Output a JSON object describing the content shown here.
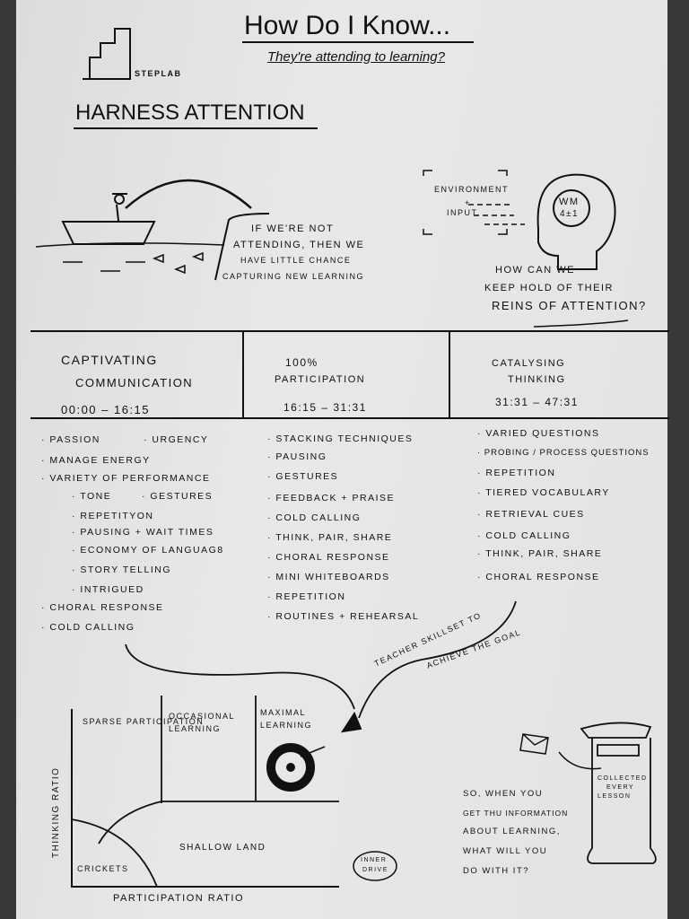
{
  "header": {
    "title": "How Do I Know...",
    "subtitle": "They're attending to learning?",
    "logo": "STEPLAB",
    "section": "Harness Attention"
  },
  "fishing": {
    "caption": [
      "If we're not",
      "attending, then we",
      "have little chance",
      "capturing new learning"
    ]
  },
  "memory": {
    "label1": "Environment",
    "plus": "+",
    "label2": "Input",
    "wm": "WM",
    "wm_value": "4±1",
    "question": [
      "How can we",
      "keep hold of their",
      "reins of attention?"
    ]
  },
  "columns": [
    {
      "title": [
        "Captivating",
        "Communication"
      ],
      "time": "00:00 – 16:15",
      "items": [
        "· Passion",
        "· Urgency",
        "· Manage energy",
        "· Variety of performance",
        "· Tone",
        "· Gestures",
        "· Repetityon",
        "· Pausing + wait times",
        "· Economy of languag8",
        "· Story telling",
        "· Intrigued",
        "· Choral response",
        "· Cold calling"
      ]
    },
    {
      "title": [
        "100%",
        "Participation"
      ],
      "time": "16:15 – 31:31",
      "items": [
        "· Stacking techniques",
        "· Pausing",
        "· Gestures",
        "· Feedback + praise",
        "· Cold calling",
        "· Think, pair, share",
        "· Choral response",
        "· Mini whiteboards",
        "· Repetition",
        "· Routines + rehearsal"
      ]
    },
    {
      "title": [
        "Catalysing",
        "Thinking"
      ],
      "time": "31:31 – 47:31",
      "items": [
        "· Varied questions",
        "· Probing / process questions",
        "· Repetition",
        "· Tiered vocabulary",
        "· Retrieval cues",
        "· Cold calling",
        "· Think, pair, share",
        "· Choral response"
      ]
    }
  ],
  "arrow_label": [
    "Teacher skillset to",
    "achieve the goal"
  ],
  "matrix": {
    "quadrants": [
      "Sparse participation",
      "Occasional learning",
      "Maximal learning",
      "Shallow land",
      "Crickets"
    ],
    "ylabel": "Thinking ratio",
    "xlabel": "Participation ratio",
    "badge": [
      "Inner",
      "drive"
    ]
  },
  "postbox": {
    "label": [
      "Collected",
      "every",
      "lesson"
    ],
    "question": [
      "So, when you",
      "get thu information",
      "about learning,",
      "what will you",
      "do with it?"
    ]
  }
}
